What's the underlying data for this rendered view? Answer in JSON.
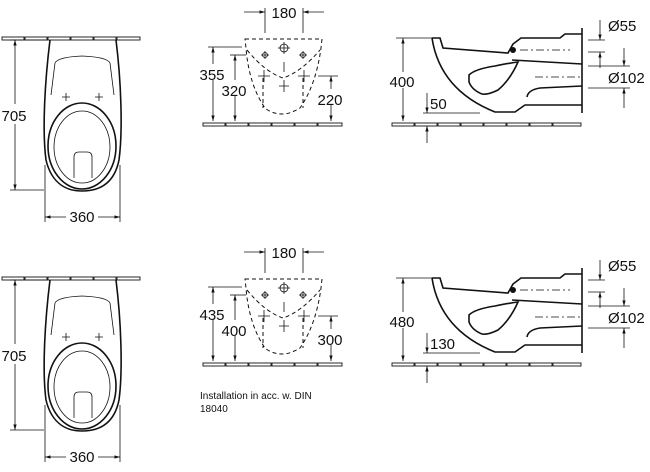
{
  "rows": [
    {
      "front": {
        "height": "705",
        "width": "360"
      },
      "rear": {
        "spacing": "180",
        "dim_a": "355",
        "dim_b": "320",
        "dim_c": "220"
      },
      "side": {
        "height": "400",
        "floor_gap": "50",
        "inlet": "Ø55",
        "outlet": "Ø102"
      }
    },
    {
      "front": {
        "height": "705",
        "width": "360"
      },
      "rear": {
        "spacing": "180",
        "dim_a": "435",
        "dim_b": "400",
        "dim_c": "300"
      },
      "side": {
        "height": "480",
        "floor_gap": "130",
        "inlet": "Ø55",
        "outlet": "Ø102"
      }
    }
  ],
  "note": {
    "line1": "Installation in acc. w. DIN",
    "line2": "18040"
  }
}
